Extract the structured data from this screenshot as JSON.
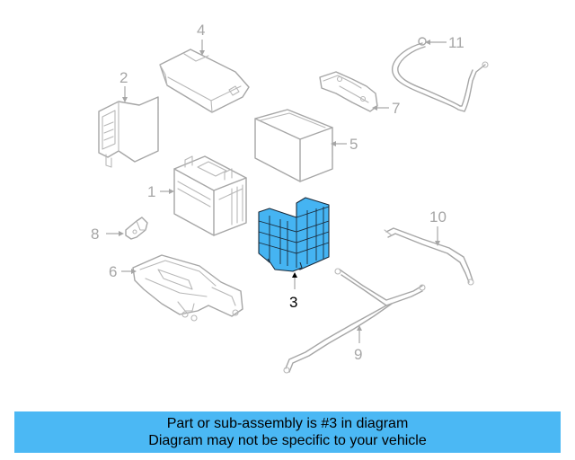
{
  "callouts": {
    "c1": "1",
    "c2": "2",
    "c3": "3",
    "c4": "4",
    "c5": "5",
    "c6": "6",
    "c7": "7",
    "c8": "8",
    "c9": "9",
    "c10": "10",
    "c11": "11"
  },
  "banner": {
    "line1": "Part or sub-assembly is #3 in diagram",
    "line2": "Diagram may not be specific to your vehicle"
  },
  "colors": {
    "highlight": "#45b4f2",
    "banner": "#4bb8f4",
    "linework": "#a6a6a6"
  }
}
